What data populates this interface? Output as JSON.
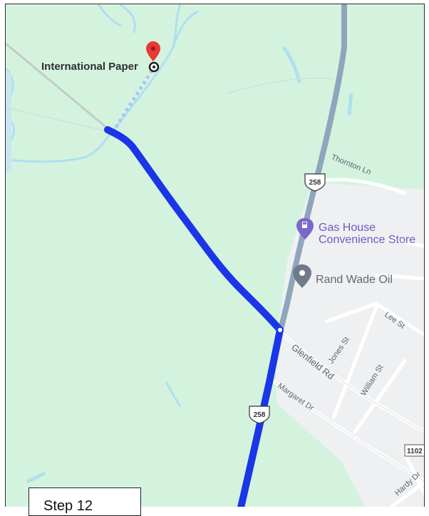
{
  "map": {
    "destination": {
      "name": "International Paper",
      "pin_color": "#e53935"
    },
    "pois": [
      {
        "name_line1": "Gas House",
        "name_line2": "Convenience Store",
        "icon": "gas-pump-icon",
        "color": "#7b68c9"
      },
      {
        "name": "Rand Wade Oil",
        "icon": "location-pin-icon",
        "color": "#6f7b86"
      }
    ],
    "streets": {
      "thornton": "Thornton Ln",
      "lee": "Lee St",
      "jones": "Jones St",
      "william": "William St",
      "glenfield": "Glenfield Rd",
      "margaret": "Margaret Dr",
      "hardy": "Hardy Dr"
    },
    "shields": {
      "us258_top": "258",
      "us258_bottom": "258",
      "county": "1102"
    },
    "route_color": "#1a36e8",
    "colors": {
      "land": "#d4f3df",
      "town": "#eef0f2",
      "water": "#aee0ef",
      "highway": "#8ea6bd"
    }
  },
  "step": {
    "label": "Step 12"
  }
}
